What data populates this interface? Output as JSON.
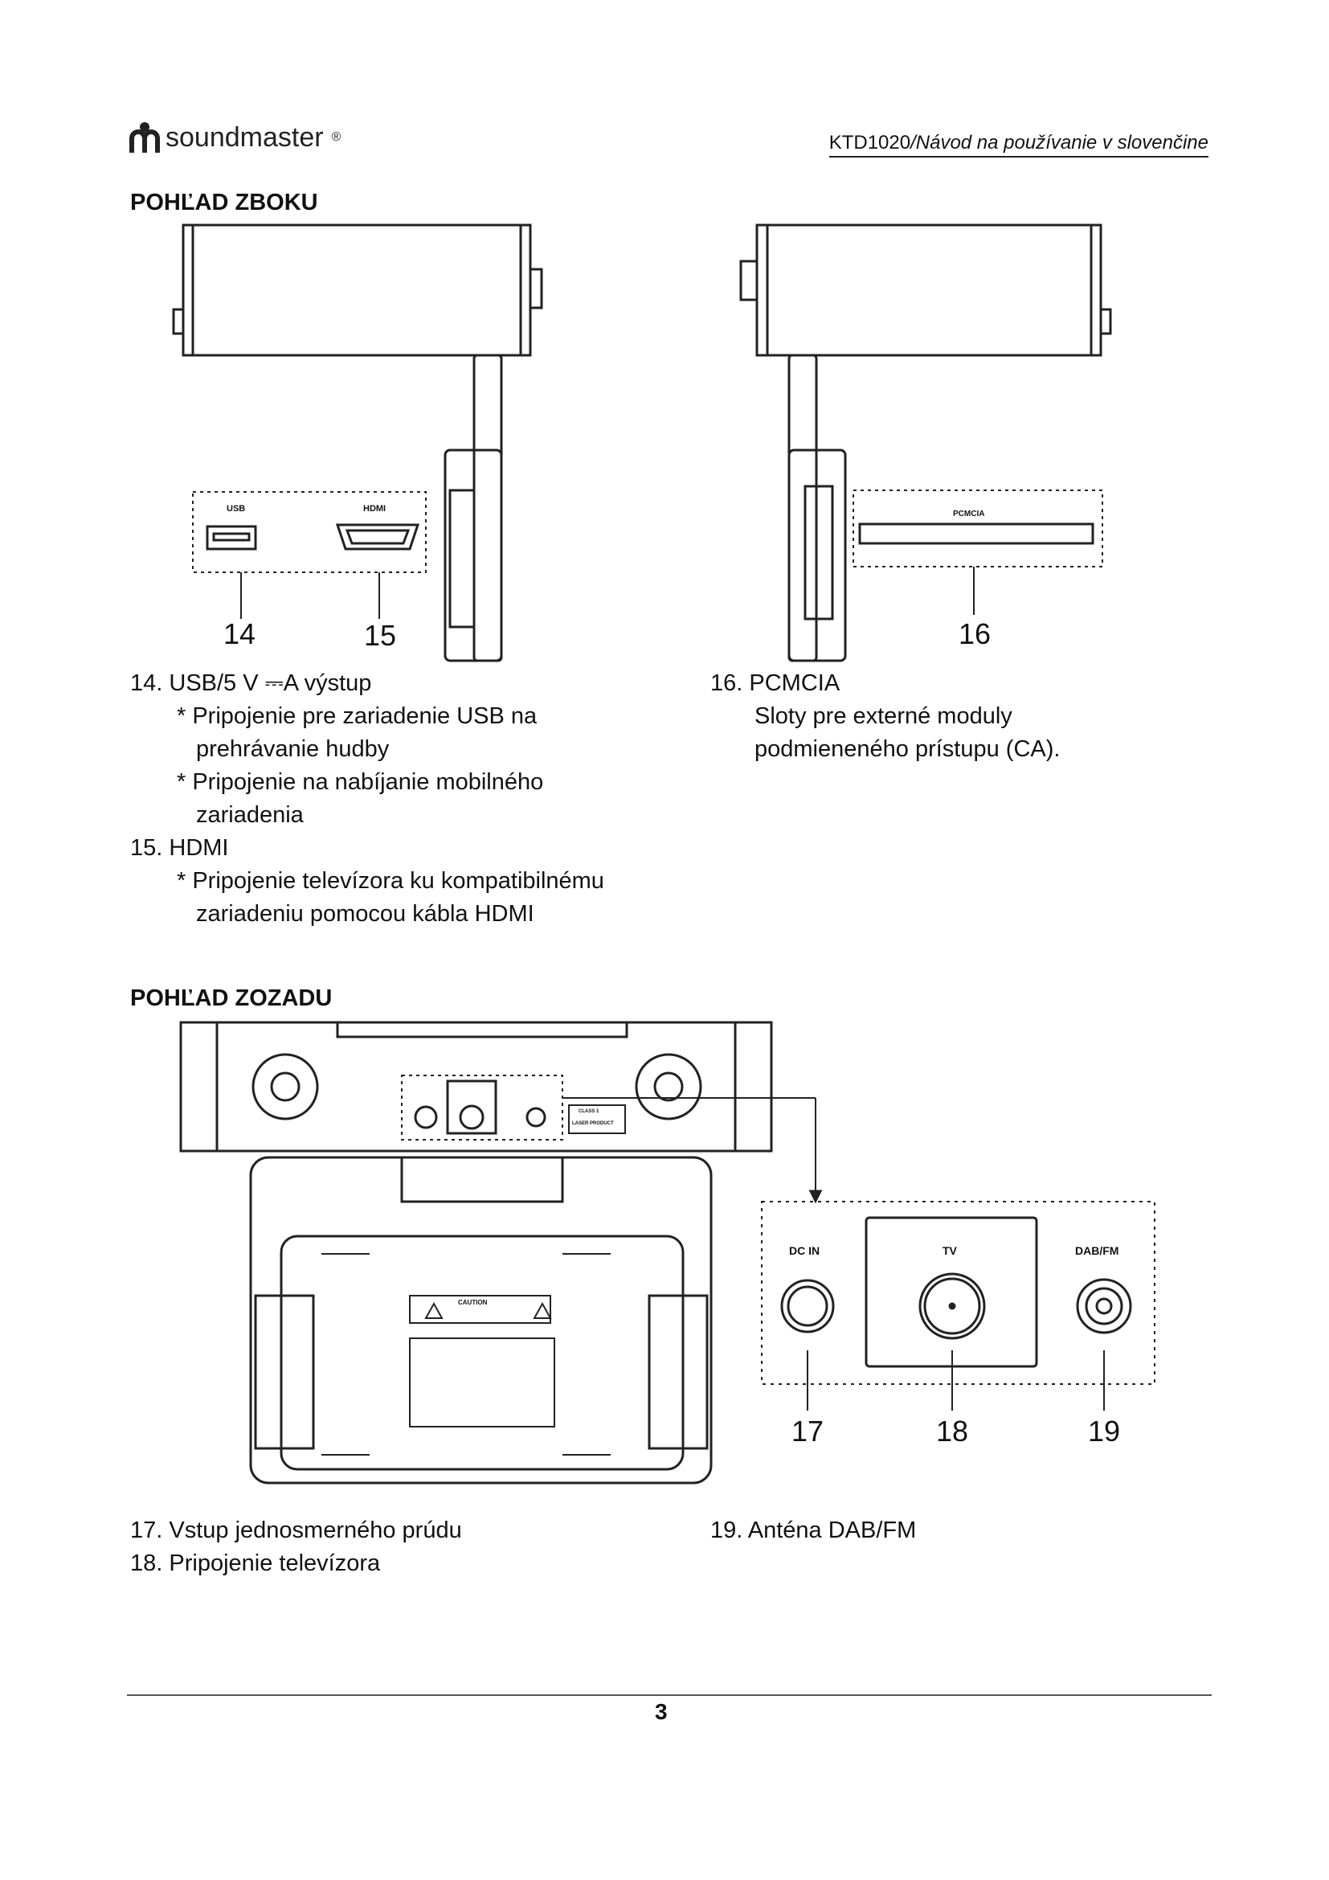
{
  "header": {
    "brand": "soundmaster",
    "brand_mark": "®",
    "model": "KTD1020",
    "doc_title": "/Návod na používanie v slovenčine"
  },
  "side_view": {
    "heading": "POHĽAD ZBOKU",
    "diagram_labels": {
      "usb": "USB",
      "hdmi": "HDMI",
      "pcmcia": "PCMCIA"
    },
    "callouts": [
      "14",
      "15",
      "16"
    ],
    "items_left": [
      {
        "text": "14. USB/5 V ⎓A výstup"
      },
      {
        "text": "* Pripojenie pre zariadenie USB na"
      },
      {
        "text": "prehrávanie hudby"
      },
      {
        "text": "* Pripojenie na nabíjanie mobilného"
      },
      {
        "text": "zariadenia"
      },
      {
        "text": "15. HDMI"
      },
      {
        "text": "* Pripojenie televízora ku kompatibilnému"
      },
      {
        "text": "zariadeniu pomocou kábla HDMI"
      }
    ],
    "items_right": [
      {
        "text": "16. PCMCIA"
      },
      {
        "text": "Sloty pre externé moduly"
      },
      {
        "text": "podmieneného prístupu (CA)."
      }
    ]
  },
  "rear_view": {
    "heading": "POHĽAD ZOZADU",
    "diagram_labels": {
      "dc_in": "DC IN",
      "tv": "TV",
      "dab_fm": "DAB/FM",
      "class1": "CLASS 1",
      "laser": "LASER PRODUCT",
      "caution": "CAUTION"
    },
    "callouts": [
      "17",
      "18",
      "19"
    ],
    "items_left": [
      {
        "text": "17. Vstup jednosmerného prúdu"
      },
      {
        "text": "18. Pripojenie televízora"
      }
    ],
    "items_right": [
      {
        "text": "19. Anténa DAB/FM"
      }
    ]
  },
  "footer": {
    "page": "3"
  }
}
